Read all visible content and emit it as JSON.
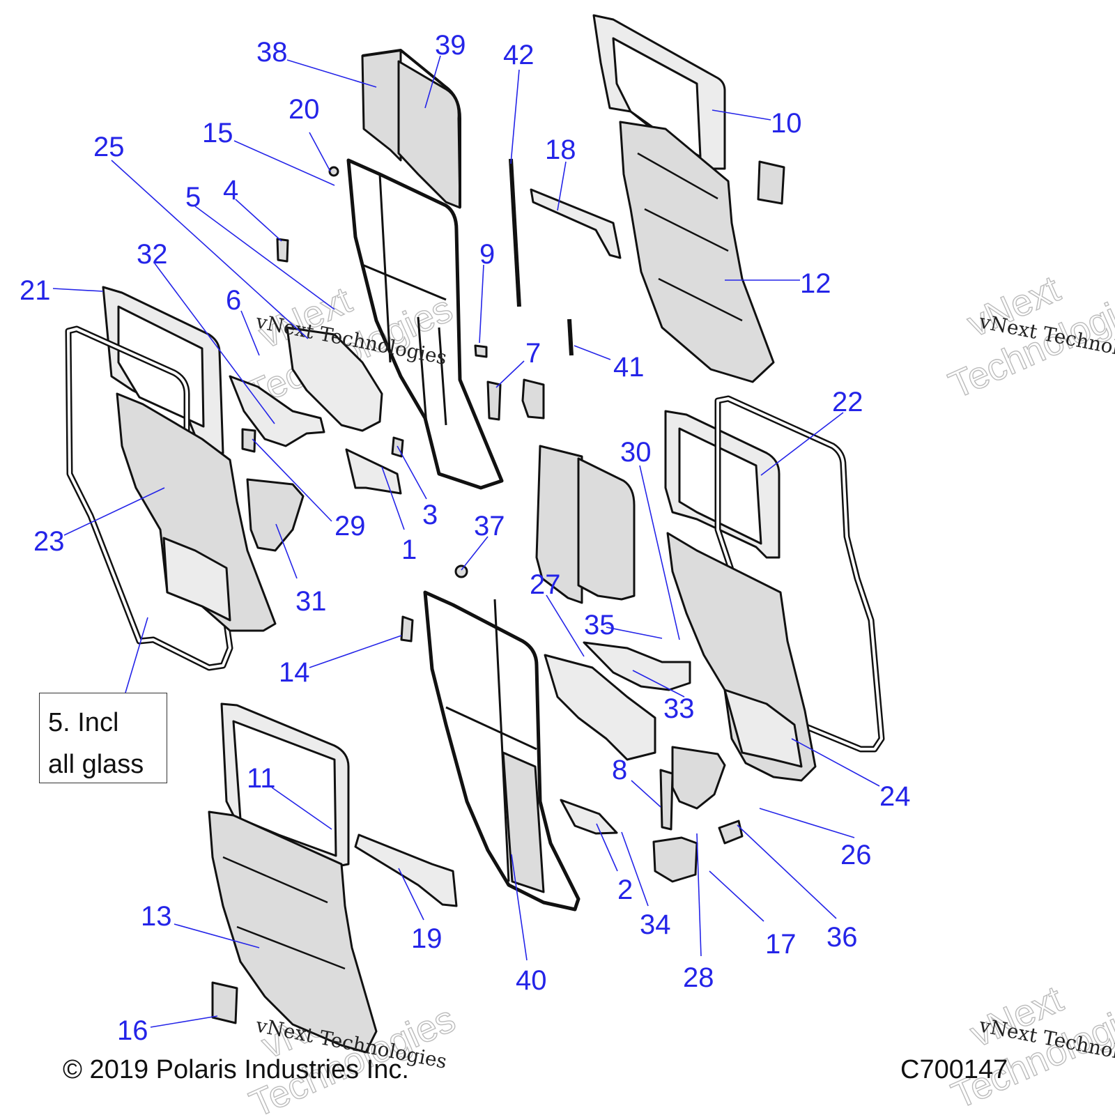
{
  "note": {
    "text": "5. Incl\nall glass"
  },
  "footer": {
    "copyright": "© 2019 Polaris Industries Inc.",
    "drawing_number": "C700147"
  },
  "watermark": {
    "text": "vNext Technologies",
    "line1": "vNext",
    "line2": "Technologies"
  },
  "callouts": [
    {
      "label": "38"
    },
    {
      "label": "39"
    },
    {
      "label": "42"
    },
    {
      "label": "20"
    },
    {
      "label": "15"
    },
    {
      "label": "25"
    },
    {
      "label": "5"
    },
    {
      "label": "4"
    },
    {
      "label": "18"
    },
    {
      "label": "10"
    },
    {
      "label": "32"
    },
    {
      "label": "21"
    },
    {
      "label": "6"
    },
    {
      "label": "9"
    },
    {
      "label": "12"
    },
    {
      "label": "41"
    },
    {
      "label": "7"
    },
    {
      "label": "22"
    },
    {
      "label": "30"
    },
    {
      "label": "23"
    },
    {
      "label": "29"
    },
    {
      "label": "3"
    },
    {
      "label": "37"
    },
    {
      "label": "1"
    },
    {
      "label": "31"
    },
    {
      "label": "27"
    },
    {
      "label": "35"
    },
    {
      "label": "14"
    },
    {
      "label": "33"
    },
    {
      "label": "24"
    },
    {
      "label": "8"
    },
    {
      "label": "11"
    },
    {
      "label": "13"
    },
    {
      "label": "19"
    },
    {
      "label": "2"
    },
    {
      "label": "34"
    },
    {
      "label": "26"
    },
    {
      "label": "36"
    },
    {
      "label": "17"
    },
    {
      "label": "28"
    },
    {
      "label": "40"
    },
    {
      "label": "16"
    }
  ]
}
